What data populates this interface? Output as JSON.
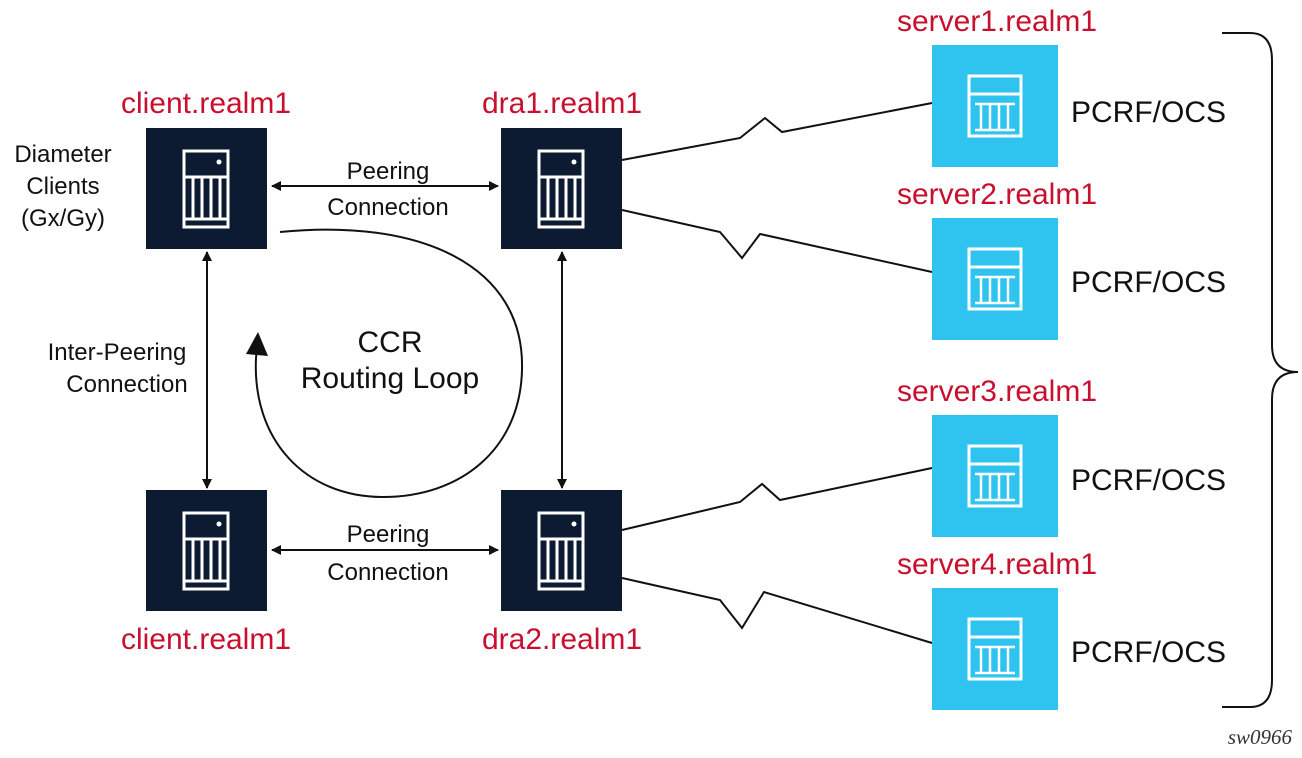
{
  "colors": {
    "node_dark": "#0c1a32",
    "node_cyan": "#2fc4ef",
    "label_red": "#c8102e",
    "line": "#111111"
  },
  "nodes": {
    "client_top": {
      "label": "client.realm1",
      "icon": "router-icon"
    },
    "client_bottom": {
      "label": "client.realm1",
      "icon": "router-icon"
    },
    "dra1": {
      "label": "dra1.realm1",
      "icon": "router-icon"
    },
    "dra2": {
      "label": "dra2.realm1",
      "icon": "router-icon"
    },
    "server1": {
      "label": "server1.realm1",
      "role": "PCRF/OCS",
      "icon": "server-icon"
    },
    "server2": {
      "label": "server2.realm1",
      "role": "PCRF/OCS",
      "icon": "server-icon"
    },
    "server3": {
      "label": "server3.realm1",
      "role": "PCRF/OCS",
      "icon": "server-icon"
    },
    "server4": {
      "label": "server4.realm1",
      "role": "PCRF/OCS",
      "icon": "server-icon"
    }
  },
  "annotations": {
    "diameter_clients": [
      "Diameter",
      "Clients",
      "(Gx/Gy)"
    ],
    "peering_top": [
      "Peering",
      "Connection"
    ],
    "peering_bottom": [
      "Peering",
      "Connection"
    ],
    "inter_peering": [
      "Inter-Peering",
      "Connection"
    ],
    "loop": [
      "CCR",
      "Routing Loop"
    ],
    "figure_id": "sw0966"
  }
}
